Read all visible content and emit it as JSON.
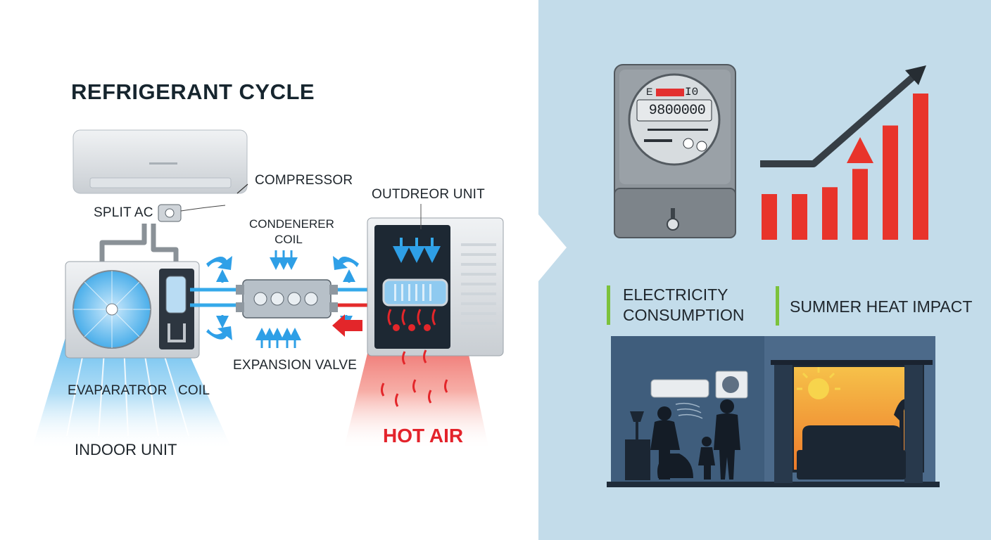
{
  "diagram": {
    "title": "REFRIGERANT CYCLE",
    "labels": {
      "compressor": "COMPRESSOR",
      "split_ac": "SPLIT AC",
      "outdoor_unit": "OUTDREOR UNIT",
      "condenser_coil": "CONDENERER COIL",
      "expansion_valve": "EXPANSION VALVE",
      "evaporator": "EVAPARATROR",
      "coil": "COIL",
      "indoor_unit": "INDOOR UNIT",
      "hot_air": "HOT AIR"
    }
  },
  "impact": {
    "meter": {
      "e_label": "E",
      "code": "I0",
      "reading": "9800000"
    },
    "bar_chart": {
      "values": [
        1,
        1,
        1.15,
        1.55,
        2.5,
        3.2
      ],
      "trend": "up"
    },
    "electricity_label": "ELECTRICITY CONSUMPTION",
    "summer_label": "SUMMER HEAT IMPACT"
  },
  "colors": {
    "cool": "#35a9ea",
    "hot": "#e52b2b",
    "accent_green": "#7cc23c",
    "panel_bg": "#c3dcea",
    "bar_red": "#e8342b"
  }
}
